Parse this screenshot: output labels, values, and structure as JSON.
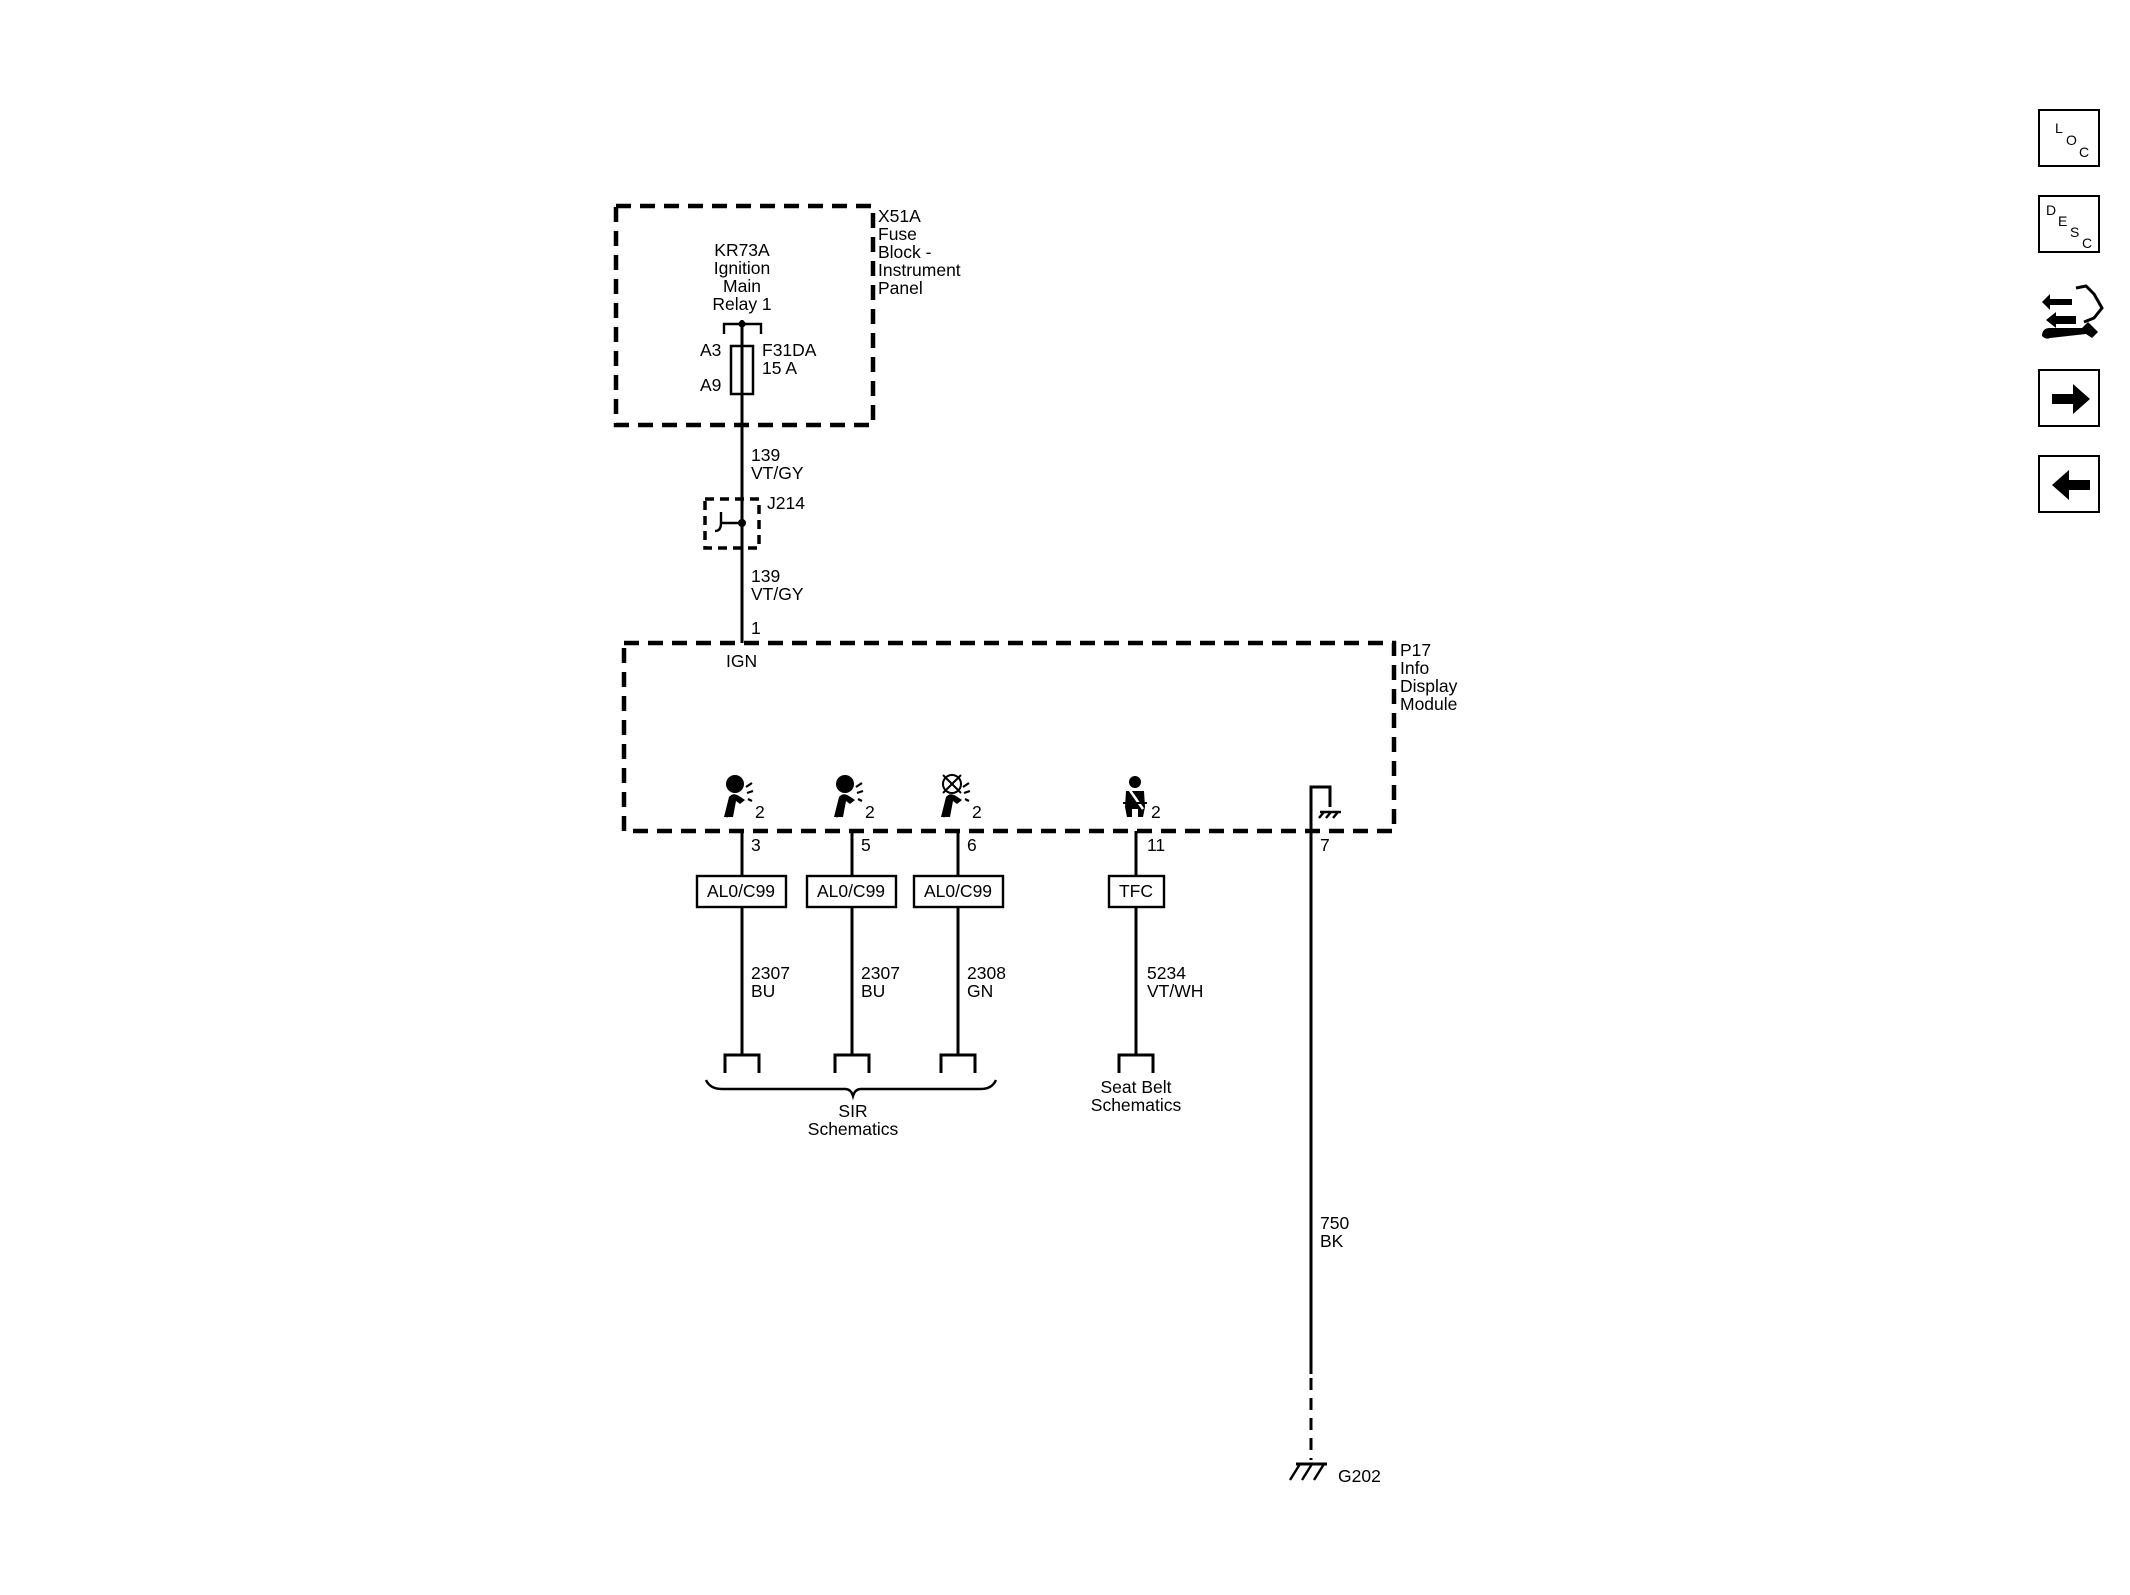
{
  "fuse_block": {
    "id": "X51A",
    "name_lines": [
      "Fuse",
      "Block -",
      "Instrument",
      "Panel"
    ],
    "relay_lines": [
      "KR73A",
      "Ignition",
      "Main",
      "Relay 1"
    ],
    "pin_in": "A3",
    "pin_out": "A9",
    "fuse": "F31DA",
    "fuse_rating": "15 A"
  },
  "upper_wires": [
    {
      "circuit": "139",
      "color": "VT/GY"
    },
    {
      "circuit": "139",
      "color": "VT/GY"
    }
  ],
  "splice": {
    "id": "J214"
  },
  "module": {
    "id": "P17",
    "name_lines": [
      "Info",
      "Display",
      "Module"
    ],
    "ign_pin": "1",
    "ign_label": "IGN",
    "outputs": [
      {
        "pin": "3",
        "icon": "driver-airbag-icon",
        "sub": "2",
        "option": "AL0/C99",
        "circuit": "2307",
        "color": "BU"
      },
      {
        "pin": "5",
        "icon": "passenger-airbag-icon",
        "sub": "2",
        "option": "AL0/C99",
        "circuit": "2307",
        "color": "BU"
      },
      {
        "pin": "6",
        "icon": "passenger-airbag-off-icon",
        "sub": "2",
        "option": "AL0/C99",
        "circuit": "2308",
        "color": "GN"
      },
      {
        "pin": "11",
        "icon": "seat-belt-icon",
        "sub": "2",
        "option": "TFC",
        "circuit": "5234",
        "color": "VT/WH"
      }
    ],
    "ground_pin": "7"
  },
  "references": {
    "sir": [
      "SIR",
      "Schematics"
    ],
    "seat_belt": [
      "Seat Belt",
      "Schematics"
    ]
  },
  "ground_wire": {
    "circuit": "750",
    "color": "BK"
  },
  "ground": {
    "id": "G202"
  },
  "nav_buttons": {
    "loc": {
      "icon": "location-icon",
      "letters": [
        "L",
        "O",
        "C"
      ]
    },
    "desc": {
      "icon": "description-icon",
      "letters": [
        "D",
        "E",
        "S",
        "C"
      ]
    },
    "connector": {
      "icon": "connector-repair-icon"
    },
    "next": {
      "icon": "arrow-right-icon"
    },
    "prev": {
      "icon": "arrow-left-icon"
    }
  }
}
